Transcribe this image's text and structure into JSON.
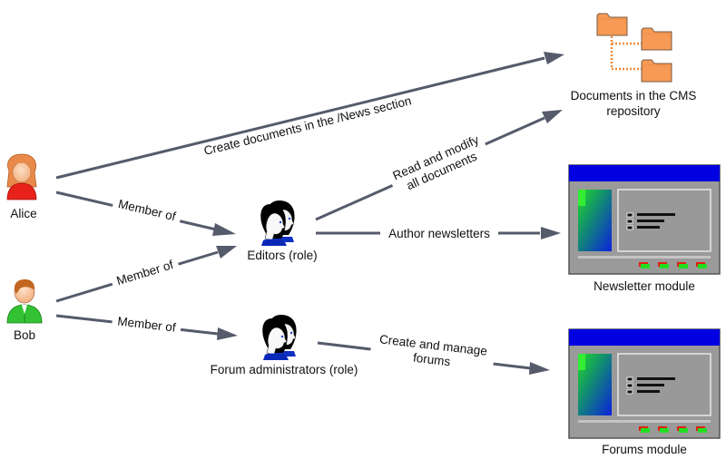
{
  "diagram": {
    "colors": {
      "edge": "#555b6a",
      "folder": "#f79a55",
      "module_titlebar": "#0000e0",
      "module_body": "#9a9a9a",
      "alice_shirt": "#e8221a",
      "bob_shirt": "#33c233"
    },
    "nodes": {
      "alice": {
        "label": "Alice",
        "icon": "user-female-icon"
      },
      "bob": {
        "label": "Bob",
        "icon": "user-male-icon"
      },
      "editors": {
        "label": "Editors (role)",
        "icon": "user-group-icon"
      },
      "forum_admins": {
        "label": "Forum administrators (role)",
        "icon": "user-group-icon"
      },
      "documents": {
        "label_line1": "Documents in the CMS",
        "label_line2": "repository",
        "icon": "folder-tree-icon"
      },
      "newsletter": {
        "label": "Newsletter module",
        "icon": "application-window-icon"
      },
      "forums": {
        "label": "Forums module",
        "icon": "application-window-icon"
      }
    },
    "edges": [
      {
        "from": "alice",
        "to": "documents",
        "label": "Create documents in the /News section"
      },
      {
        "from": "alice",
        "to": "editors",
        "label": "Member of"
      },
      {
        "from": "bob",
        "to": "editors",
        "label": "Member of"
      },
      {
        "from": "bob",
        "to": "forum_admins",
        "label": "Member of"
      },
      {
        "from": "editors",
        "to": "documents",
        "label_line1": "Read and modify",
        "label_line2": "all documents"
      },
      {
        "from": "editors",
        "to": "newsletter",
        "label": "Author newsletters"
      },
      {
        "from": "forum_admins",
        "to": "forums",
        "label_line1": "Create and manage",
        "label_line2": "forums"
      }
    ]
  }
}
